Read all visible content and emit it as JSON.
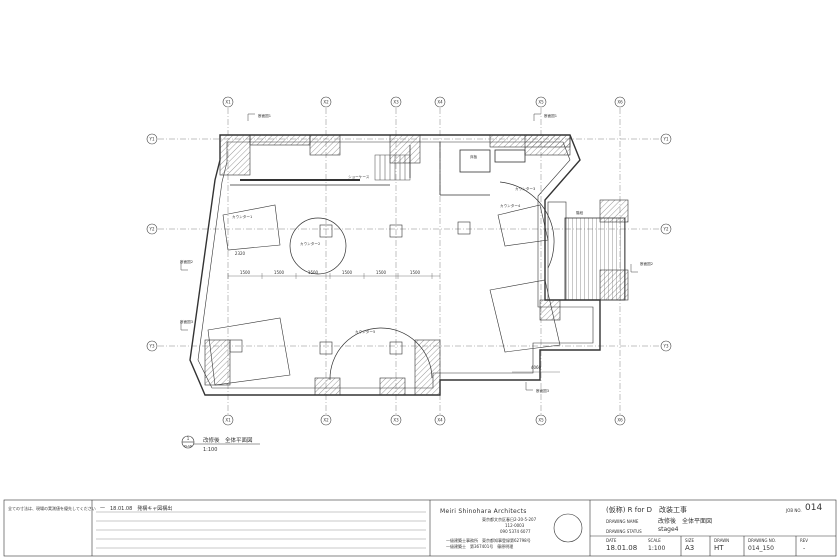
{
  "plan": {
    "grid_bubbles_top": [
      "X1",
      "X2",
      "X3",
      "X4",
      "X5",
      "X6"
    ],
    "grid_bubbles_bottom": [
      "X1",
      "X2",
      "X3",
      "X4",
      "X5",
      "X6"
    ],
    "grid_bubbles_left": [
      "Y1",
      "Y2",
      "Y3"
    ],
    "grid_bubbles_right": [
      "Y1",
      "Y2",
      "Y3"
    ],
    "section_markers": [
      "断面図1",
      "断面図1",
      "断面図2",
      "断面図2",
      "断面図3",
      "断面図3"
    ],
    "dimensions": [
      "1500",
      "1500",
      "1500",
      "1500",
      "1500",
      "1500",
      "2320",
      "4060"
    ],
    "labels": [
      "カウンター1",
      "カウンター2",
      "カウンター3",
      "カウンター4",
      "カウンター5",
      "ショーケース",
      "床板",
      "階段"
    ],
    "title": "改修後　全体平面図",
    "scale": "1:100",
    "marker_top": "1",
    "marker_bottom": "PLAN"
  },
  "title_block": {
    "note": "全ての寸法は、現場の実測値を優先してください",
    "revisions": [
      "一　18.01.08　発構キャ図構出"
    ],
    "company": "Meiri Shinohara Architects",
    "address_lines": [
      "東京都文京区春日2-20-5-207",
      "112-0003",
      "090 5374 6077"
    ],
    "registration_lines": [
      "一級建築士事務所　東京都知事登録第62798号",
      "一級建築士　第367401号　篠原明理"
    ],
    "project": "(仮称) R for D　改装工事",
    "drawing_name_label": "DRAWING NAME",
    "drawing_name": "改修後　全体平面図",
    "drawing_status_label": "DRAWING STATUS",
    "drawing_status": "stage4",
    "job_no_label": "JOB NO.",
    "job_no": "014",
    "date_label": "DATE",
    "date": "18.01.08",
    "scale_label": "SCALE",
    "scale": "1:100",
    "size_label": "SIZE",
    "size": "A3",
    "drawn_label": "DRAWN",
    "drawn": "HT",
    "drawing_no_label": "DRAWING NO.",
    "drawing_no": "014_150",
    "rev_label": "REV",
    "rev": "-"
  }
}
